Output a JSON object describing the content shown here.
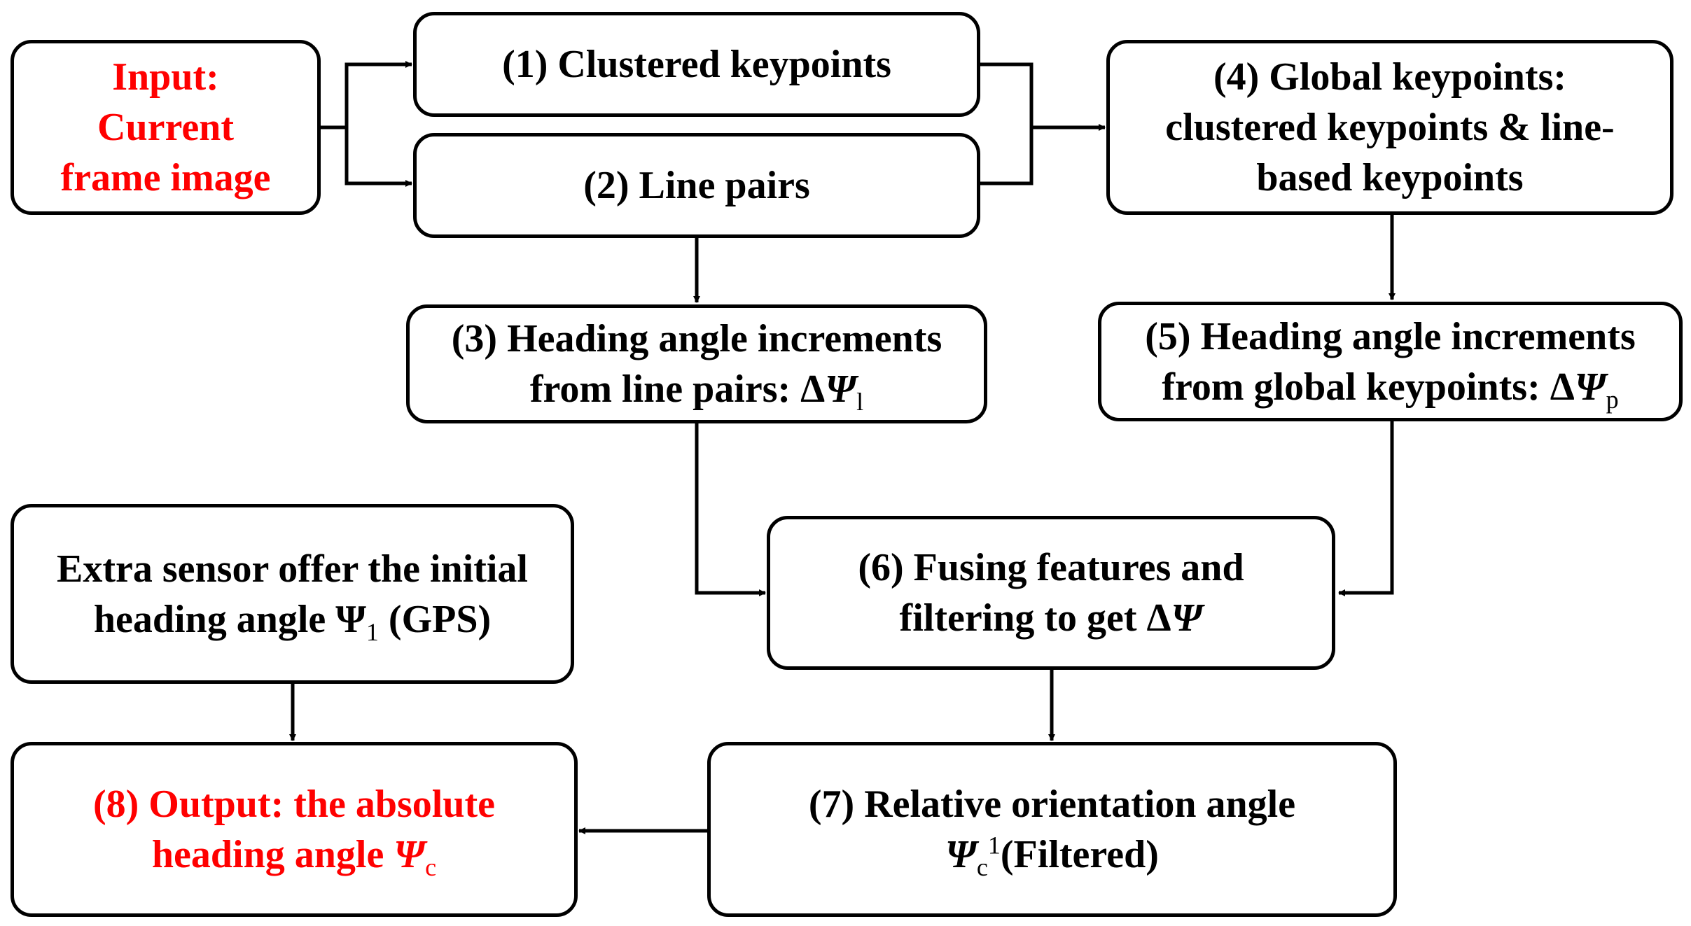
{
  "diagram": {
    "input": {
      "line1": "Input:",
      "line2": "Current",
      "line3": "frame image"
    },
    "box1": {
      "text": "(1) Clustered keypoints"
    },
    "box2": {
      "text": "(2) Line pairs"
    },
    "box3": {
      "line1": "(3) Heading angle increments",
      "line2_pre": "from line pairs: Δ",
      "symbol": "Ψ",
      "sub": "l"
    },
    "box4": {
      "line1": "(4) Global keypoints:",
      "line2": "clustered keypoints & line-",
      "line3": "based keypoints"
    },
    "box5": {
      "line1": "(5) Heading angle increments",
      "line2_pre": "from global keypoints: Δ",
      "symbol": "Ψ",
      "sub": "p"
    },
    "box6": {
      "line1": "(6) Fusing features and",
      "line2_pre": "filtering to get Δ",
      "symbol": "Ψ"
    },
    "box7": {
      "line1": "(7) Relative orientation angle",
      "symbol": "Ψ",
      "sub": "c",
      "sup": "1",
      "suffix": "(Filtered)"
    },
    "sensor": {
      "line1": "Extra sensor offer the initial",
      "line2_pre": "heading angle Ψ",
      "sub": "1",
      "line2_post": " (GPS)"
    },
    "output": {
      "line1": "(8) Output: the absolute",
      "line2_pre": "heading angle ",
      "symbol": "Ψ",
      "sub": "c"
    },
    "colors": {
      "highlight": "#ff0000",
      "stroke": "#000000"
    }
  }
}
